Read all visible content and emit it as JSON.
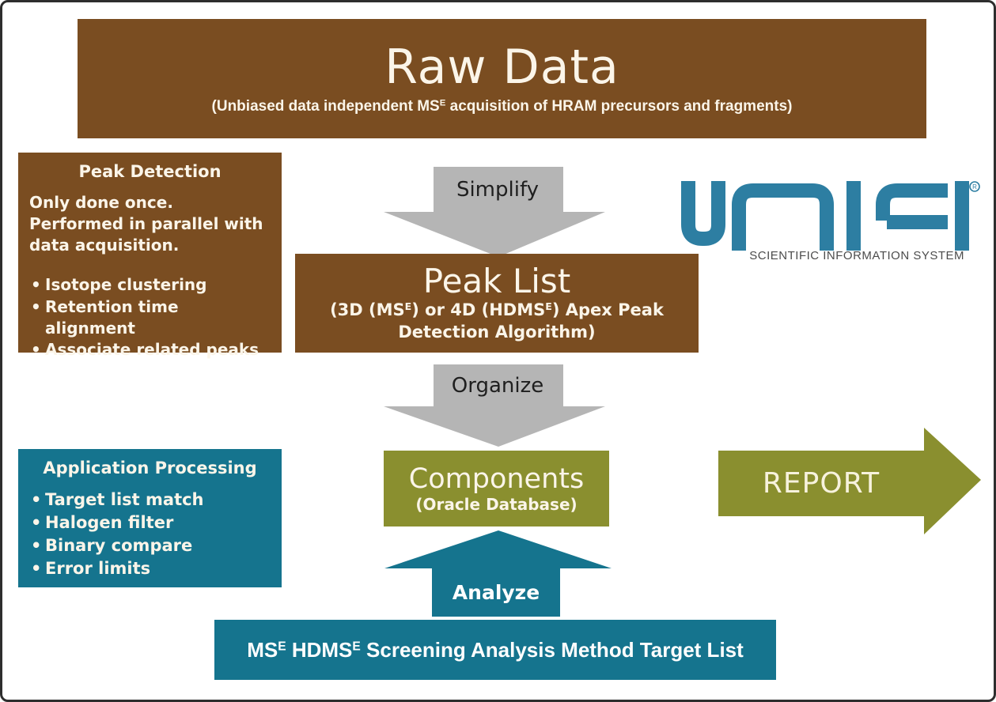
{
  "colors": {
    "brown": "#7A4D21",
    "teal": "#15748E",
    "olive": "#8A8F2F",
    "gray_arrow": "#B5B5B5",
    "cream_text": "#FBF5E9",
    "white_text": "#FFFFFF",
    "arrow_label_dark": "#1F1F1F",
    "unifi_blue": "#2D7EA2",
    "tagline_gray": "#4C4C4C",
    "border": "#2E2E2E"
  },
  "raw_data": {
    "title": "Raw Data",
    "subtitle_parts": [
      "(Unbiased data independent MS",
      "E",
      " acquisition of HRAM precursors and fragments)"
    ]
  },
  "peak_detection": {
    "title": "Peak Detection",
    "lines": [
      "Only done once.",
      "Performed in parallel with",
      "data acquisition."
    ],
    "bullets": [
      "Isotope clustering",
      "Retention time alignment",
      "Associate related peaks"
    ]
  },
  "flow_arrows": {
    "simplify": "Simplify",
    "organize": "Organize",
    "analyze": "Analyze",
    "report": "REPORT"
  },
  "unifi": {
    "wordmark": "UNIFI",
    "registered_mark": "R",
    "tagline": "SCIENTIFIC INFORMATION SYSTEM"
  },
  "peak_list": {
    "title": "Peak List",
    "subtitle_line1_parts": [
      "(3D (MS",
      "E",
      ") or 4D (HDMS",
      "E",
      ") Apex Peak"
    ],
    "subtitle_line2": "Detection Algorithm)"
  },
  "components": {
    "title": "Components",
    "subtitle": "(Oracle Database)"
  },
  "app_processing": {
    "title": "Application Processing",
    "bullets": [
      "Target list match",
      "Halogen filter",
      "Binary compare",
      "Error limits"
    ]
  },
  "target_list_bar": {
    "parts": [
      "MS",
      "E",
      " HDMS",
      "E",
      " Screening Analysis Method Target List"
    ]
  }
}
